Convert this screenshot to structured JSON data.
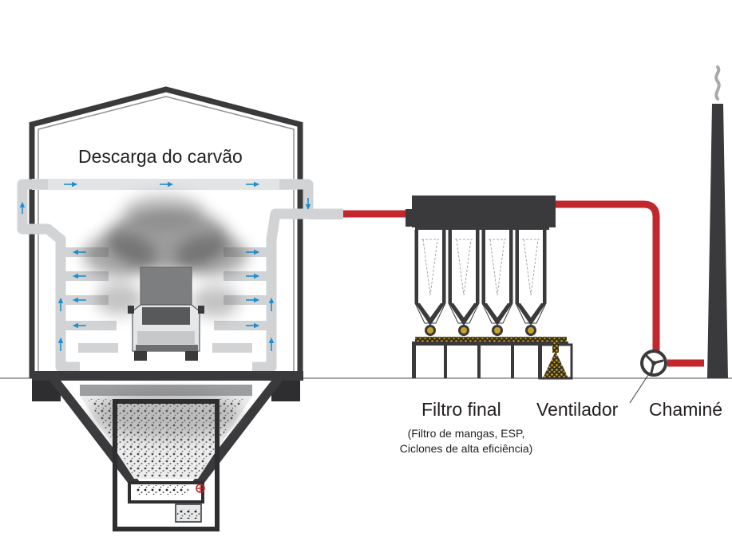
{
  "labels": {
    "discharge": "Descarga do carvão",
    "final_filter": "Filtro final",
    "final_filter_note_1": "(Filtro de mangas, ESP,",
    "final_filter_note_2": "Ciclones de alta eficiência)",
    "fan": "Ventilador",
    "stack": "Chaminé"
  },
  "colors": {
    "structure": "#3a3a3c",
    "duct": "#d2d3d5",
    "hot_duct": "#c1272d",
    "arrow": "#1d8fd1",
    "dust": "#4a4a4a",
    "collected_dust": "#c9a227",
    "ground": "#6d6e70"
  },
  "icons": [
    "truck-icon",
    "fan-icon",
    "smoke-icon",
    "airflow-arrow-icon",
    "valve-icon"
  ]
}
